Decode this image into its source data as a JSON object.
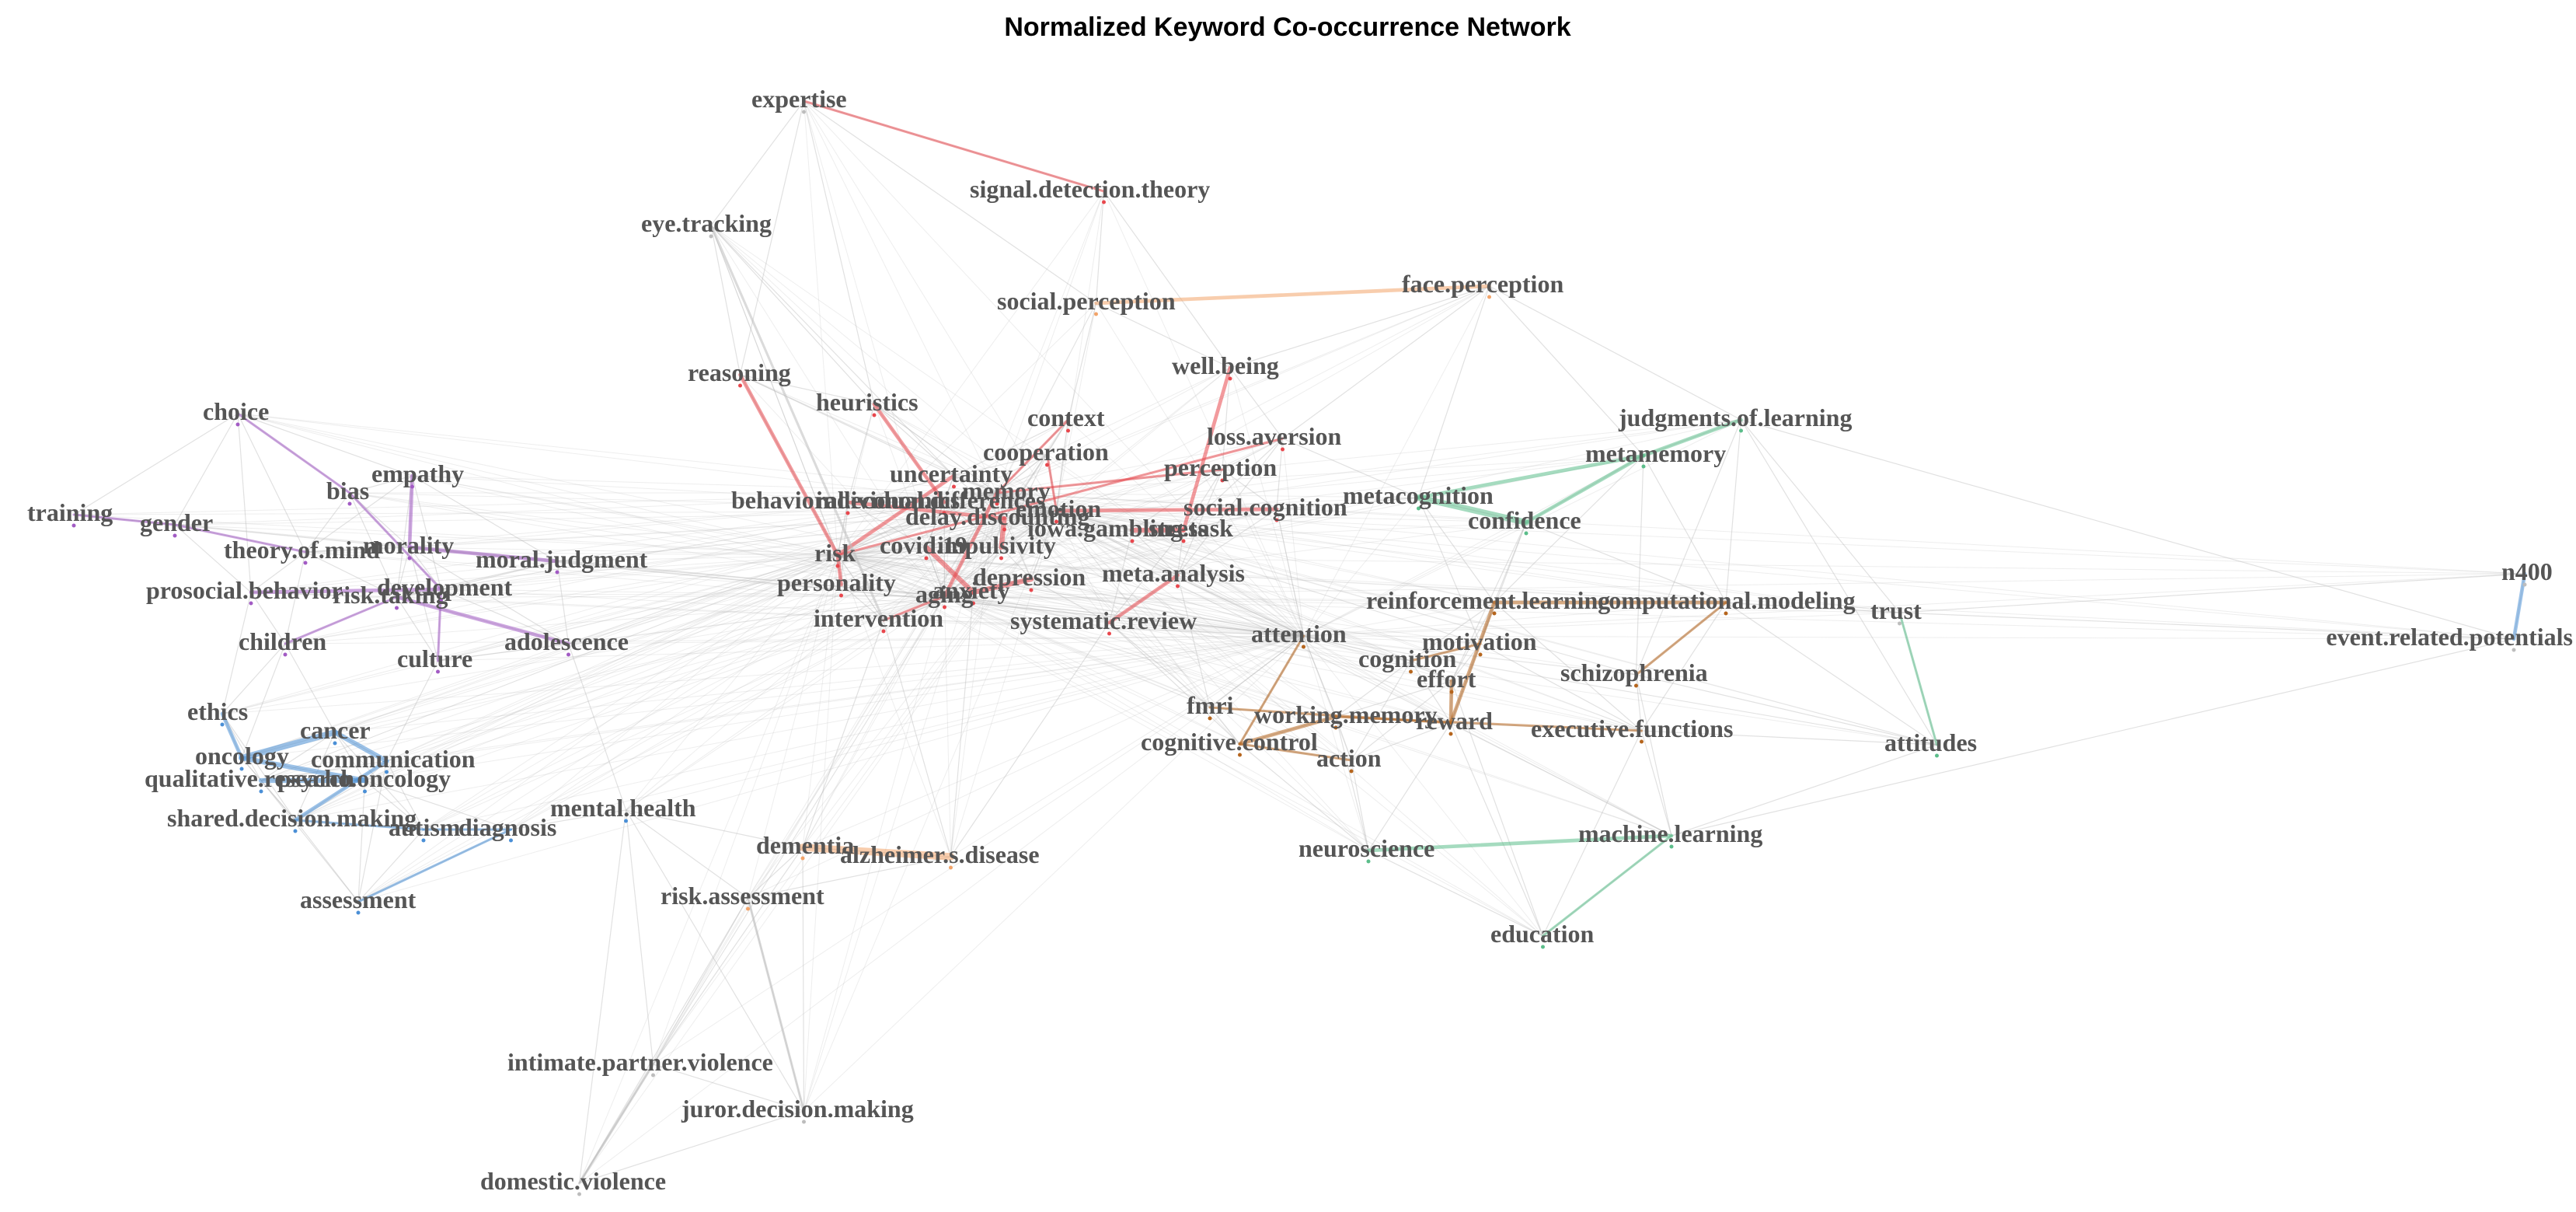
{
  "title": "Normalized Keyword Co-occurrence Network",
  "colors": {
    "red": "#e8474d",
    "purple": "#a25bc4",
    "blue": "#4a8fd6",
    "orange": "#f2a46a",
    "green": "#5bbd8a",
    "brown": "#b5651d",
    "gray": "#bdbdbd",
    "label": "#555555"
  },
  "network": {
    "nodes": [
      {
        "id": "expertise",
        "label": "expertise",
        "group": "gray"
      },
      {
        "id": "signal.detection.theory",
        "label": "signal.detection.theory",
        "group": "red"
      },
      {
        "id": "eye.tracking",
        "label": "eye.tracking",
        "group": "gray"
      },
      {
        "id": "social.perception",
        "label": "social.perception",
        "group": "orange"
      },
      {
        "id": "face.perception",
        "label": "face.perception",
        "group": "orange"
      },
      {
        "id": "reasoning",
        "label": "reasoning",
        "group": "red"
      },
      {
        "id": "well.being",
        "label": "well.being",
        "group": "red"
      },
      {
        "id": "heuristics",
        "label": "heuristics",
        "group": "red"
      },
      {
        "id": "context",
        "label": "context",
        "group": "red"
      },
      {
        "id": "loss.aversion",
        "label": "loss.aversion",
        "group": "red"
      },
      {
        "id": "cooperation",
        "label": "cooperation",
        "group": "red"
      },
      {
        "id": "judgments.of.learning",
        "label": "judgments.of.learning",
        "group": "green"
      },
      {
        "id": "metamemory",
        "label": "metamemory",
        "group": "green"
      },
      {
        "id": "uncertainty",
        "label": "uncertainty",
        "group": "red"
      },
      {
        "id": "perception",
        "label": "perception",
        "group": "red"
      },
      {
        "id": "choice",
        "label": "choice",
        "group": "purple"
      },
      {
        "id": "empathy",
        "label": "empathy",
        "group": "purple"
      },
      {
        "id": "bias",
        "label": "bias",
        "group": "purple"
      },
      {
        "id": "memory",
        "label": "memory",
        "group": "red"
      },
      {
        "id": "behavioral.economics",
        "label": "behavioral.economics",
        "group": "red"
      },
      {
        "id": "individual.differences",
        "label": "individual.differences",
        "group": "red"
      },
      {
        "id": "metacognition",
        "label": "metacognition",
        "group": "green"
      },
      {
        "id": "social.cognition",
        "label": "social.cognition",
        "group": "red"
      },
      {
        "id": "emotion",
        "label": "emotion",
        "group": "red"
      },
      {
        "id": "delay.discounting",
        "label": "delay.discounting",
        "group": "red"
      },
      {
        "id": "training",
        "label": "training",
        "group": "purple"
      },
      {
        "id": "gender",
        "label": "gender",
        "group": "purple"
      },
      {
        "id": "confidence",
        "label": "confidence",
        "group": "green"
      },
      {
        "id": "stress",
        "label": "stress",
        "group": "red"
      },
      {
        "id": "iowa.gambling.task",
        "label": "iowa.gambling.task",
        "group": "red"
      },
      {
        "id": "morality",
        "label": "morality",
        "group": "purple"
      },
      {
        "id": "theory.of.mind",
        "label": "theory.of.mind",
        "group": "purple"
      },
      {
        "id": "impulsivity",
        "label": "impulsivity",
        "group": "red"
      },
      {
        "id": "covid.19",
        "label": "covid.19",
        "group": "red"
      },
      {
        "id": "risk",
        "label": "risk",
        "group": "red"
      },
      {
        "id": "moral.judgment",
        "label": "moral.judgment",
        "group": "purple"
      },
      {
        "id": "n400",
        "label": "n400",
        "group": "gray"
      },
      {
        "id": "personality",
        "label": "personality",
        "group": "red"
      },
      {
        "id": "depression",
        "label": "depression",
        "group": "red"
      },
      {
        "id": "meta.analysis",
        "label": "meta.analysis",
        "group": "red"
      },
      {
        "id": "development",
        "label": "development",
        "group": "purple"
      },
      {
        "id": "prosocial.behavior",
        "label": "prosocial.behavior",
        "group": "purple"
      },
      {
        "id": "anxiety",
        "label": "anxiety",
        "group": "red"
      },
      {
        "id": "aging",
        "label": "aging",
        "group": "red"
      },
      {
        "id": "risk.taking",
        "label": "risk.taking",
        "group": "purple"
      },
      {
        "id": "reinforcement.learning",
        "label": "reinforcement.learning",
        "group": "brown"
      },
      {
        "id": "computational.modeling",
        "label": "computational.modeling",
        "group": "brown"
      },
      {
        "id": "trust",
        "label": "trust",
        "group": "gray"
      },
      {
        "id": "intervention",
        "label": "intervention",
        "group": "red"
      },
      {
        "id": "systematic.review",
        "label": "systematic.review",
        "group": "red"
      },
      {
        "id": "event.related.potentials",
        "label": "event.related.potentials",
        "group": "gray"
      },
      {
        "id": "children",
        "label": "children",
        "group": "purple"
      },
      {
        "id": "adolescence",
        "label": "adolescence",
        "group": "purple"
      },
      {
        "id": "attention",
        "label": "attention",
        "group": "brown"
      },
      {
        "id": "motivation",
        "label": "motivation",
        "group": "brown"
      },
      {
        "id": "culture",
        "label": "culture",
        "group": "purple"
      },
      {
        "id": "cognition",
        "label": "cognition",
        "group": "brown"
      },
      {
        "id": "schizophrenia",
        "label": "schizophrenia",
        "group": "brown"
      },
      {
        "id": "effort",
        "label": "effort",
        "group": "brown"
      },
      {
        "id": "ethics",
        "label": "ethics",
        "group": "blue"
      },
      {
        "id": "fmri",
        "label": "fmri",
        "group": "brown"
      },
      {
        "id": "working.memory",
        "label": "working.memory",
        "group": "brown"
      },
      {
        "id": "cancer",
        "label": "cancer",
        "group": "blue"
      },
      {
        "id": "reward",
        "label": "reward",
        "group": "brown"
      },
      {
        "id": "executive.functions",
        "label": "executive.functions",
        "group": "brown"
      },
      {
        "id": "attitudes",
        "label": "attitudes",
        "group": "green"
      },
      {
        "id": "oncology",
        "label": "oncology",
        "group": "blue"
      },
      {
        "id": "communication",
        "label": "communication",
        "group": "blue"
      },
      {
        "id": "cognitive.control",
        "label": "cognitive.control",
        "group": "brown"
      },
      {
        "id": "action",
        "label": "action",
        "group": "brown"
      },
      {
        "id": "qualitative.research",
        "label": "qualitative.research",
        "group": "blue"
      },
      {
        "id": "psycho.oncology",
        "label": "psycho.oncology",
        "group": "blue"
      },
      {
        "id": "mental.health",
        "label": "mental.health",
        "group": "blue"
      },
      {
        "id": "shared.decision.making",
        "label": "shared.decision.making",
        "group": "blue"
      },
      {
        "id": "autism",
        "label": "autism",
        "group": "blue"
      },
      {
        "id": "diagnosis",
        "label": "diagnosis",
        "group": "blue"
      },
      {
        "id": "machine.learning",
        "label": "machine.learning",
        "group": "green"
      },
      {
        "id": "dementia",
        "label": "dementia",
        "group": "orange"
      },
      {
        "id": "alzheimer.s.disease",
        "label": "alzheimer.s.disease",
        "group": "orange"
      },
      {
        "id": "neuroscience",
        "label": "neuroscience",
        "group": "green"
      },
      {
        "id": "risk.assessment",
        "label": "risk.assessment",
        "group": "orange"
      },
      {
        "id": "assessment",
        "label": "assessment",
        "group": "blue"
      },
      {
        "id": "education",
        "label": "education",
        "group": "green"
      },
      {
        "id": "intimate.partner.violence",
        "label": "intimate.partner.violence",
        "group": "gray"
      },
      {
        "id": "juror.decision.making",
        "label": "juror.decision.making",
        "group": "gray"
      },
      {
        "id": "domestic.violence",
        "label": "domestic.violence",
        "group": "gray"
      }
    ],
    "edges": [
      {
        "source": "expertise",
        "target": "signal.detection.theory",
        "group": "red",
        "weight": 1
      },
      {
        "source": "social.perception",
        "target": "face.perception",
        "group": "orange",
        "weight": 2
      },
      {
        "source": "metacognition",
        "target": "confidence",
        "group": "green",
        "weight": 4
      },
      {
        "source": "metamemory",
        "target": "metacognition",
        "group": "green",
        "weight": 2
      },
      {
        "source": "judgments.of.learning",
        "target": "metamemory",
        "group": "green",
        "weight": 2
      },
      {
        "source": "metamemory",
        "target": "confidence",
        "group": "green",
        "weight": 2
      },
      {
        "source": "dementia",
        "target": "alzheimer.s.disease",
        "group": "orange",
        "weight": 5
      },
      {
        "source": "oncology",
        "target": "cancer",
        "group": "blue",
        "weight": 4
      },
      {
        "source": "oncology",
        "target": "psycho.oncology",
        "group": "blue",
        "weight": 3
      },
      {
        "source": "cancer",
        "target": "communication",
        "group": "blue",
        "weight": 3
      },
      {
        "source": "qualitative.research",
        "target": "psycho.oncology",
        "group": "blue",
        "weight": 3
      },
      {
        "source": "ethics",
        "target": "oncology",
        "group": "blue",
        "weight": 2
      },
      {
        "source": "shared.decision.making",
        "target": "communication",
        "group": "blue",
        "weight": 2
      },
      {
        "source": "shared.decision.making",
        "target": "autism",
        "group": "blue",
        "weight": 1
      },
      {
        "source": "autism",
        "target": "diagnosis",
        "group": "blue",
        "weight": 1
      },
      {
        "source": "assessment",
        "target": "diagnosis",
        "group": "blue",
        "weight": 1
      },
      {
        "source": "reasoning",
        "target": "risk",
        "group": "red",
        "weight": 2
      },
      {
        "source": "heuristics",
        "target": "individual.differences",
        "group": "red",
        "weight": 2
      },
      {
        "source": "well.being",
        "target": "stress",
        "group": "red",
        "weight": 2
      },
      {
        "source": "delay.discounting",
        "target": "impulsivity",
        "group": "red",
        "weight": 3
      },
      {
        "source": "covid.19",
        "target": "anxiety",
        "group": "red",
        "weight": 3
      },
      {
        "source": "anxiety",
        "target": "depression",
        "group": "red",
        "weight": 3
      },
      {
        "source": "iowa.gambling.task",
        "target": "stress",
        "group": "red",
        "weight": 3
      },
      {
        "source": "meta.analysis",
        "target": "systematic.review",
        "group": "red",
        "weight": 2
      },
      {
        "source": "personality",
        "target": "risk",
        "group": "red",
        "weight": 2
      },
      {
        "source": "aging",
        "target": "memory",
        "group": "red",
        "weight": 2
      },
      {
        "source": "emotion",
        "target": "social.cognition",
        "group": "red",
        "weight": 2
      },
      {
        "source": "uncertainty",
        "target": "risk",
        "group": "red",
        "weight": 2
      },
      {
        "source": "perception",
        "target": "memory",
        "group": "red",
        "weight": 1
      },
      {
        "source": "behavioral.economics",
        "target": "delay.discounting",
        "group": "red",
        "weight": 2
      },
      {
        "source": "cooperation",
        "target": "emotion",
        "group": "red",
        "weight": 1
      },
      {
        "source": "context",
        "target": "memory",
        "group": "red",
        "weight": 1
      },
      {
        "source": "loss.aversion",
        "target": "risk",
        "group": "red",
        "weight": 1
      },
      {
        "source": "intervention",
        "target": "aging",
        "group": "red",
        "weight": 1
      },
      {
        "source": "training",
        "target": "gender",
        "group": "purple",
        "weight": 1
      },
      {
        "source": "gender",
        "target": "theory.of.mind",
        "group": "purple",
        "weight": 1
      },
      {
        "source": "empathy",
        "target": "morality",
        "group": "purple",
        "weight": 2
      },
      {
        "source": "bias",
        "target": "development",
        "group": "purple",
        "weight": 1
      },
      {
        "source": "morality",
        "target": "moral.judgment",
        "group": "purple",
        "weight": 2
      },
      {
        "source": "prosocial.behavior",
        "target": "development",
        "group": "purple",
        "weight": 2
      },
      {
        "source": "children",
        "target": "risk.taking",
        "group": "purple",
        "weight": 1
      },
      {
        "source": "adolescence",
        "target": "risk.taking",
        "group": "purple",
        "weight": 2
      },
      {
        "source": "culture",
        "target": "development",
        "group": "purple",
        "weight": 1
      },
      {
        "source": "choice",
        "target": "bias",
        "group": "purple",
        "weight": 1
      },
      {
        "source": "reinforcement.learning",
        "target": "computational.modeling",
        "group": "brown",
        "weight": 2
      },
      {
        "source": "reinforcement.learning",
        "target": "reward",
        "group": "brown",
        "weight": 2
      },
      {
        "source": "working.memory",
        "target": "cognitive.control",
        "group": "brown",
        "weight": 2
      },
      {
        "source": "cognition",
        "target": "motivation",
        "group": "brown",
        "weight": 1
      },
      {
        "source": "effort",
        "target": "reward",
        "group": "brown",
        "weight": 2
      },
      {
        "source": "fmri",
        "target": "reward",
        "group": "brown",
        "weight": 1
      },
      {
        "source": "attention",
        "target": "cognitive.control",
        "group": "brown",
        "weight": 1
      },
      {
        "source": "schizophrenia",
        "target": "computational.modeling",
        "group": "brown",
        "weight": 1
      },
      {
        "source": "executive.functions",
        "target": "working.memory",
        "group": "brown",
        "weight": 1
      },
      {
        "source": "action",
        "target": "cognitive.control",
        "group": "brown",
        "weight": 1
      },
      {
        "source": "neuroscience",
        "target": "machine.learning",
        "group": "green",
        "weight": 2
      },
      {
        "source": "machine.learning",
        "target": "education",
        "group": "green",
        "weight": 1
      },
      {
        "source": "attitudes",
        "target": "trust",
        "group": "green",
        "weight": 1
      },
      {
        "source": "n400",
        "target": "event.related.potentials",
        "group": "blue",
        "weight": 2
      },
      {
        "source": "intimate.partner.violence",
        "target": "domestic.violence",
        "group": "gray",
        "weight": 1
      },
      {
        "source": "eye.tracking",
        "target": "intervention",
        "group": "gray",
        "weight": 1
      },
      {
        "source": "juror.decision.making",
        "target": "risk.assessment",
        "group": "gray",
        "weight": 1
      }
    ]
  }
}
